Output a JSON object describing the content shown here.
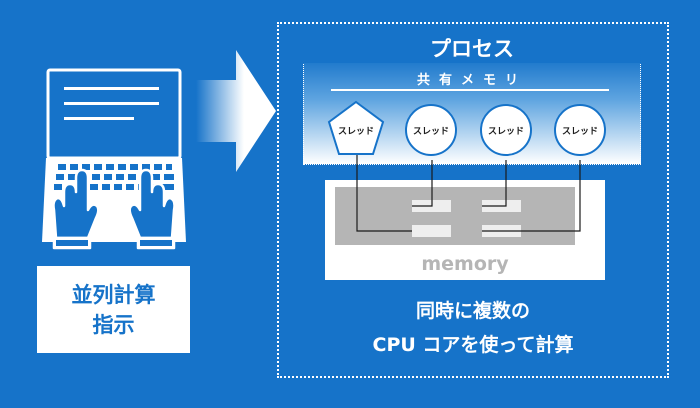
{
  "left_panel": {
    "label_line1": "並列計算",
    "label_line2": "指示"
  },
  "process": {
    "title": "プロセス",
    "shared_memory": "共有メモリ",
    "threads": [
      "スレッド",
      "スレッド",
      "スレッド",
      "スレッド"
    ]
  },
  "memory": {
    "label": "memory"
  },
  "caption": {
    "line1": "同時に複数の",
    "line2": "CPU コアを使って計算"
  },
  "colors": {
    "background": "#1673c9",
    "panel": "#ffffff",
    "memory_gray": "#b5b5b5"
  }
}
